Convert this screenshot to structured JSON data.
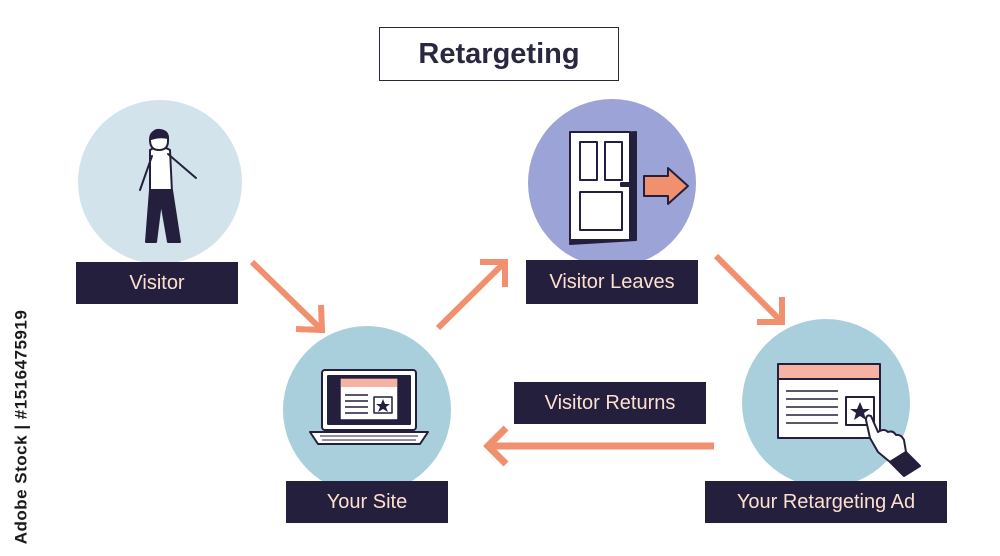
{
  "title": "Retargeting",
  "colors": {
    "label_bg": "#241f3d",
    "label_text": "#fde0cf",
    "arrow": "#f0906e",
    "circle_light": "#d2e3ec",
    "circle_mid": "#a9cfdc",
    "circle_purple": "#9ca3d6",
    "outline": "#241f3d"
  },
  "steps": [
    {
      "label": "Visitor",
      "icon": "person-icon"
    },
    {
      "label": "Your Site",
      "icon": "laptop-icon"
    },
    {
      "label": "Visitor Leaves",
      "icon": "door-exit-icon"
    },
    {
      "label": "Your Retargeting Ad",
      "icon": "ad-click-icon"
    }
  ],
  "return_label": "Visitor Returns",
  "watermark": "Adobe Stock | #1516475919"
}
